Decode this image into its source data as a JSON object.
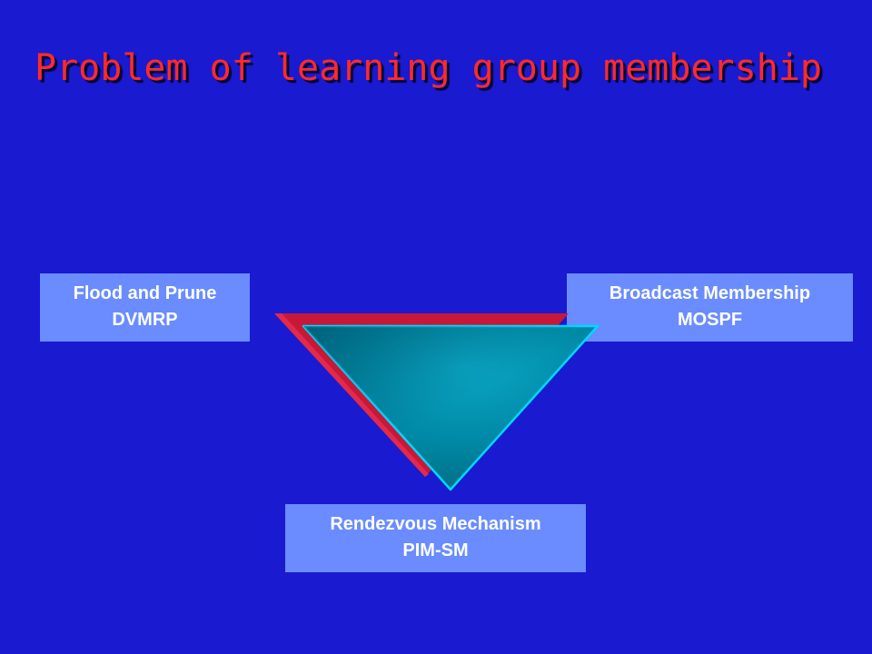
{
  "slide": {
    "title": "Problem of learning group membership"
  },
  "boxes": {
    "flood": {
      "line1": "Flood and Prune",
      "line2": "DVMRP"
    },
    "broadcast": {
      "line1": "Broadcast Membership",
      "line2": "MOSPF"
    },
    "rendezvous": {
      "line1": "Rendezvous Mechanism",
      "line2": "PIM-SM"
    }
  },
  "colors": {
    "background": "#1a1ad0",
    "title": "#ff2a2a",
    "box_fill": "#6a8cff",
    "box_text": "#ffffff",
    "triangle_back": "#c8183a",
    "triangle_front": "#008aa8",
    "triangle_outline": "#00d8ff"
  }
}
